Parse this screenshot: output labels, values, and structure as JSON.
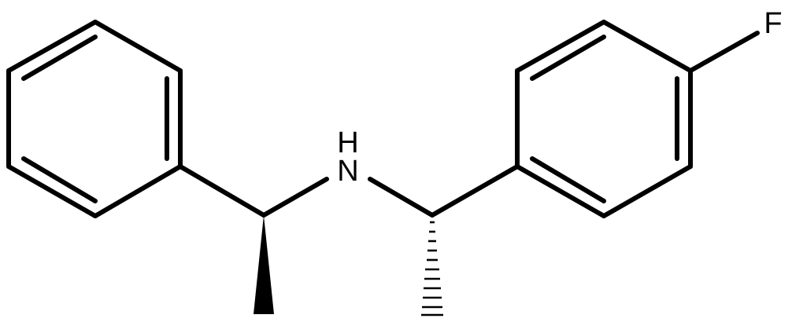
{
  "molecule": {
    "atoms": {
      "nitrogen": "N",
      "nitrogen_hydrogen": "H",
      "fluorine": "F"
    },
    "ink_color": "#000000",
    "background_color": "#ffffff"
  }
}
